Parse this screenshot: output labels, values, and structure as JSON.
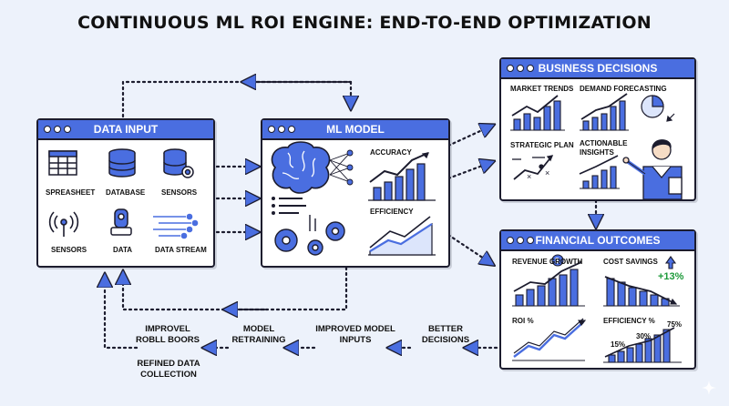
{
  "title": "CONTINUOUS ML ROI ENGINE: END-TO-END OPTIMIZATION",
  "colors": {
    "accent": "#4a6ee0",
    "dark": "#1c1c2e",
    "background": "#edf2fb",
    "positive": "#1d9a3a"
  },
  "panels": {
    "data_input": {
      "title": "DATA INPUT",
      "items": [
        {
          "label": "SPREASHEET",
          "icon": "spreadsheet-icon"
        },
        {
          "label": "DATABASE",
          "icon": "database-icon"
        },
        {
          "label": "SENSORS",
          "icon": "server-gear-icon"
        },
        {
          "label": "SENSORS",
          "icon": "antenna-icon"
        },
        {
          "label": "DATA",
          "icon": "device-icon"
        },
        {
          "label": "DATA STREAM",
          "icon": "data-stream-icon"
        }
      ]
    },
    "ml_model": {
      "title": "ML MODEL",
      "accuracy_label": "ACCURACY",
      "efficiency_label": "EFFICIENCY"
    },
    "business_decisions": {
      "title": "BUSINESS DECISIONS",
      "market_trends": "MARKET TRENDS",
      "demand_forecasting": "DEMAND FORECASTING",
      "strategic_plan": "STRATEGIC PLAN",
      "actionable_insights": "ACTIONABLE INSIGHTS"
    },
    "financial_outcomes": {
      "title": "FINANCIAL OUTCOMES",
      "revenue_growth": "REVENUE GROWTH",
      "cost_savings": "COST SAVINGS",
      "cost_delta": "+13%",
      "roi": "ROI %",
      "efficiency": "EFFICIENCY %",
      "efficiency_points": [
        "15%",
        "30%",
        "75%"
      ]
    }
  },
  "feedback": {
    "better_decisions": "BETTER DECISIONS",
    "improved_model_inputs": "IMPROVED MODEL INPUTS",
    "model_retraining": "MODEL RETRAINING",
    "improvel_roboll_boors": "IMPROVEL ROBLL BOORS",
    "refined_data_collection": "REFINED DATA COLLECTION"
  }
}
